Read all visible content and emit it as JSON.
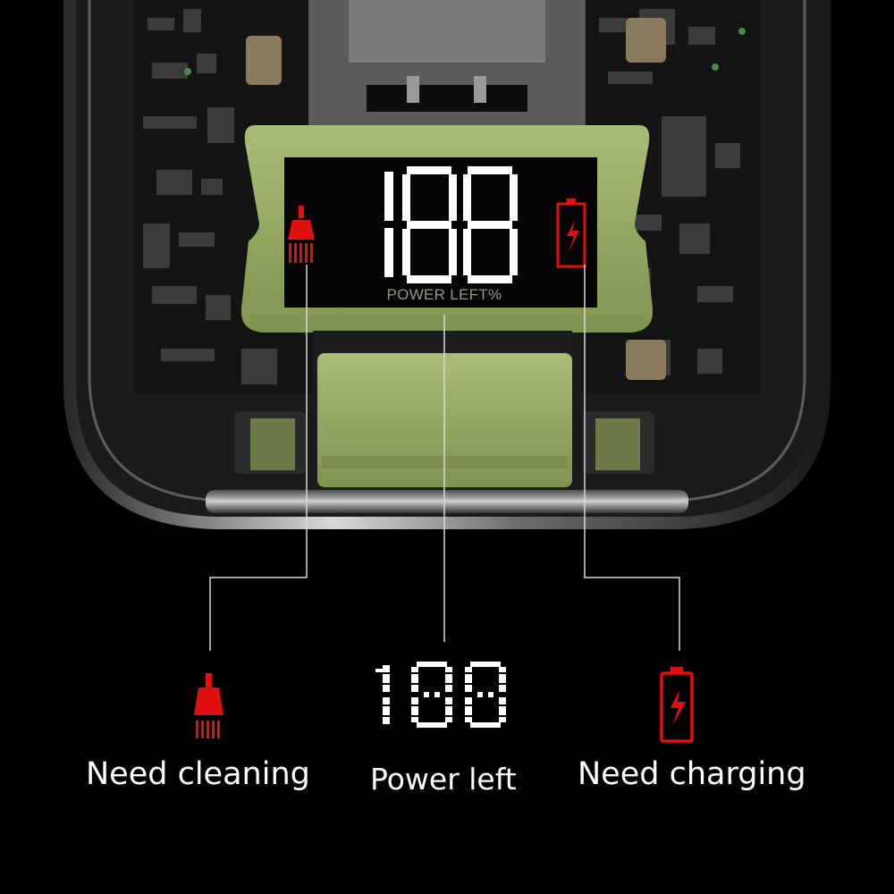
{
  "lcd": {
    "digits": "188",
    "caption": "POWER LEFT%"
  },
  "features": {
    "cleaning": {
      "label": "Need cleaning",
      "icon": "brush-icon",
      "color": "#e01010"
    },
    "power": {
      "label": "Power left",
      "value": "100"
    },
    "charging": {
      "label": "Need charging",
      "icon": "battery-charging-icon",
      "color": "#e01010"
    }
  },
  "colors": {
    "accent_green": "#9cb06a",
    "indicator_red": "#e01010",
    "background": "#000000"
  }
}
